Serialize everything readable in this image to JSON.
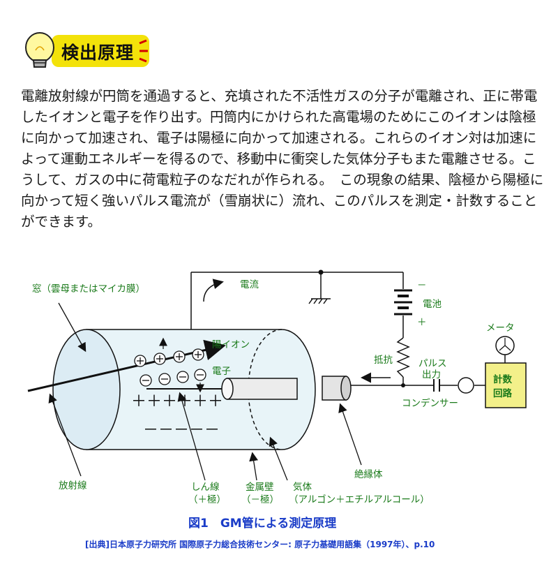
{
  "header": {
    "title": "検出原理"
  },
  "body_text": "電離放射線が円筒を通過すると、充填された不活性ガスの分子が電離され、正に帯電したイオンと電子を作り出す。円筒内にかけられた高電場のためにこのイオンは陰極に向かって加速され、電子は陽極に向かって加速される。これらのイオン対は加速によって運動エネルギーを得るので、移動中に衝突した気体分子もまた電離させる。こうして、ガスの中に荷電粒子のなだれが作られる。　この現象の結果、陰極から陽極に向かって短く強いパルス電流が（雪崩状に）流れ、このパルスを測定・計数することができます。",
  "diagram": {
    "labels": {
      "window": "窓（雲母またはマイカ膜）",
      "current": "電流",
      "battery": "電池",
      "minus_sign": "－",
      "plus_sign": "＋",
      "positive_ion": "陽イオン",
      "electron": "電子",
      "meter": "メータ",
      "resistor": "抵抗",
      "pulse_output_1": "パルス",
      "pulse_output_2": "出力",
      "counter_1": "計数",
      "counter_2": "回路",
      "capacitor": "コンデンサー",
      "radiation": "放射線",
      "wire_1": "しん線",
      "wire_2": "（＋極）",
      "wall_1": "金属壁",
      "wall_2": "（－極）",
      "gas_1": "気体",
      "gas_2": "（アルゴン＋エチルアルコール）",
      "insulator": "絶縁体",
      "plus_row": "＋＋＋＋＋＋",
      "minus_row": "－－－－－"
    },
    "caption": "図1　GM管による測定原理",
    "source": "[出典]日本原子力研究所 国際原子力総合技術センター: 原子力基礎用語集（1997年）、p.10",
    "colors": {
      "label_green": "#1a7a1a",
      "caption_blue": "#1a3cc8",
      "counter_box": "#f3f08a",
      "banner_yellow": "#f3e20a",
      "tube_fill": "#e8f4f8"
    }
  }
}
